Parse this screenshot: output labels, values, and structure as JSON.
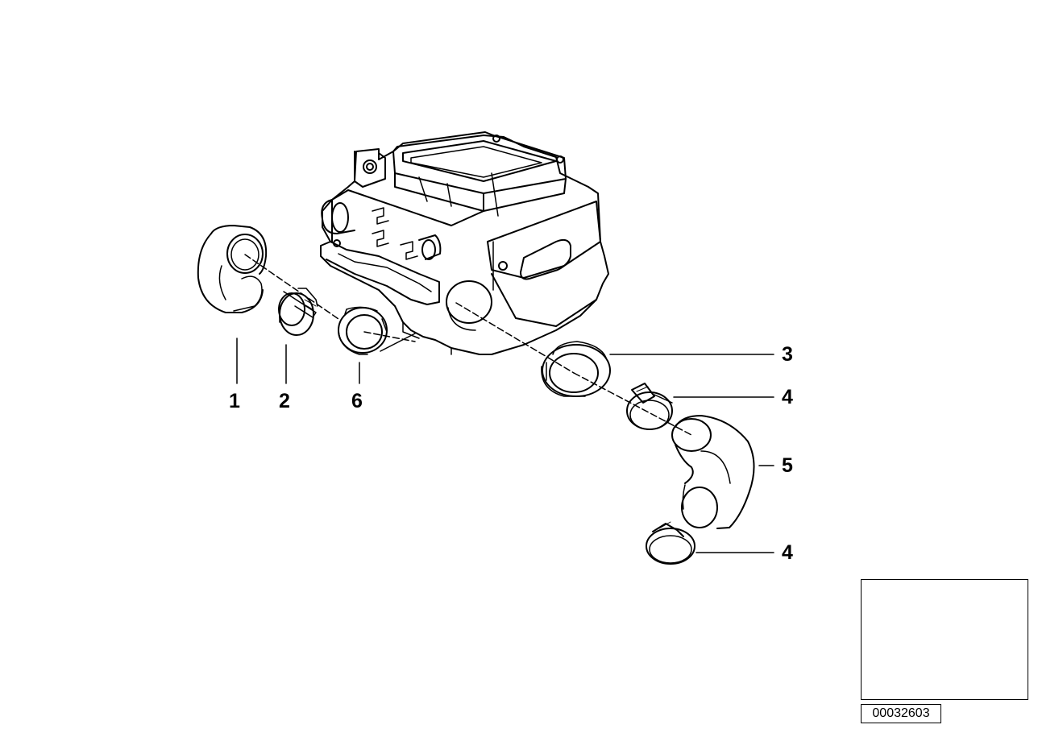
{
  "diagram": {
    "callouts": [
      {
        "id": "c1",
        "label": "1"
      },
      {
        "id": "c2",
        "label": "2"
      },
      {
        "id": "c6",
        "label": "6"
      },
      {
        "id": "c3",
        "label": "3"
      },
      {
        "id": "c4a",
        "label": "4"
      },
      {
        "id": "c5",
        "label": "5"
      },
      {
        "id": "c4b",
        "label": "4"
      }
    ],
    "reference_number": "00032603",
    "line_color": "#000000",
    "background_color": "#ffffff"
  }
}
